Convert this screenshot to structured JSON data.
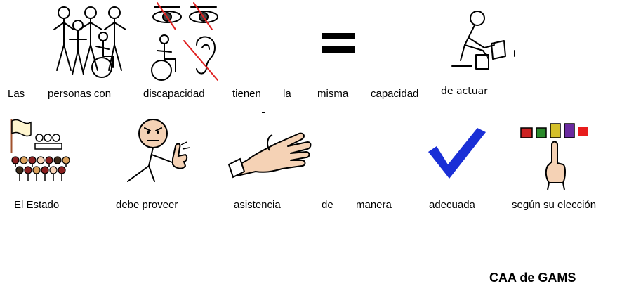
{
  "row1": {
    "words": [
      "Las",
      "personas con",
      "discapacidad",
      "tienen",
      "la",
      "misma",
      "capacidad",
      "de actuar"
    ]
  },
  "row2": {
    "words": [
      "El Estado",
      "debe proveer",
      "asistencia",
      "de",
      "manera",
      "adecuada",
      "según su elección"
    ]
  },
  "credit": "CAA de GAMS",
  "colors": {
    "check": "#1a2fd6",
    "strike": "#e02020",
    "skin": "#f5d2b5",
    "red_square": "#e81c1c",
    "crowd_dark": "#8a1f1f"
  },
  "icons": [
    "people-group-icon",
    "disability-icon",
    "equals-icon",
    "person-acting-icon",
    "state-institution-icon",
    "must-person-icon",
    "helping-hand-icon",
    "checkmark-icon",
    "choice-pointing-icon"
  ]
}
